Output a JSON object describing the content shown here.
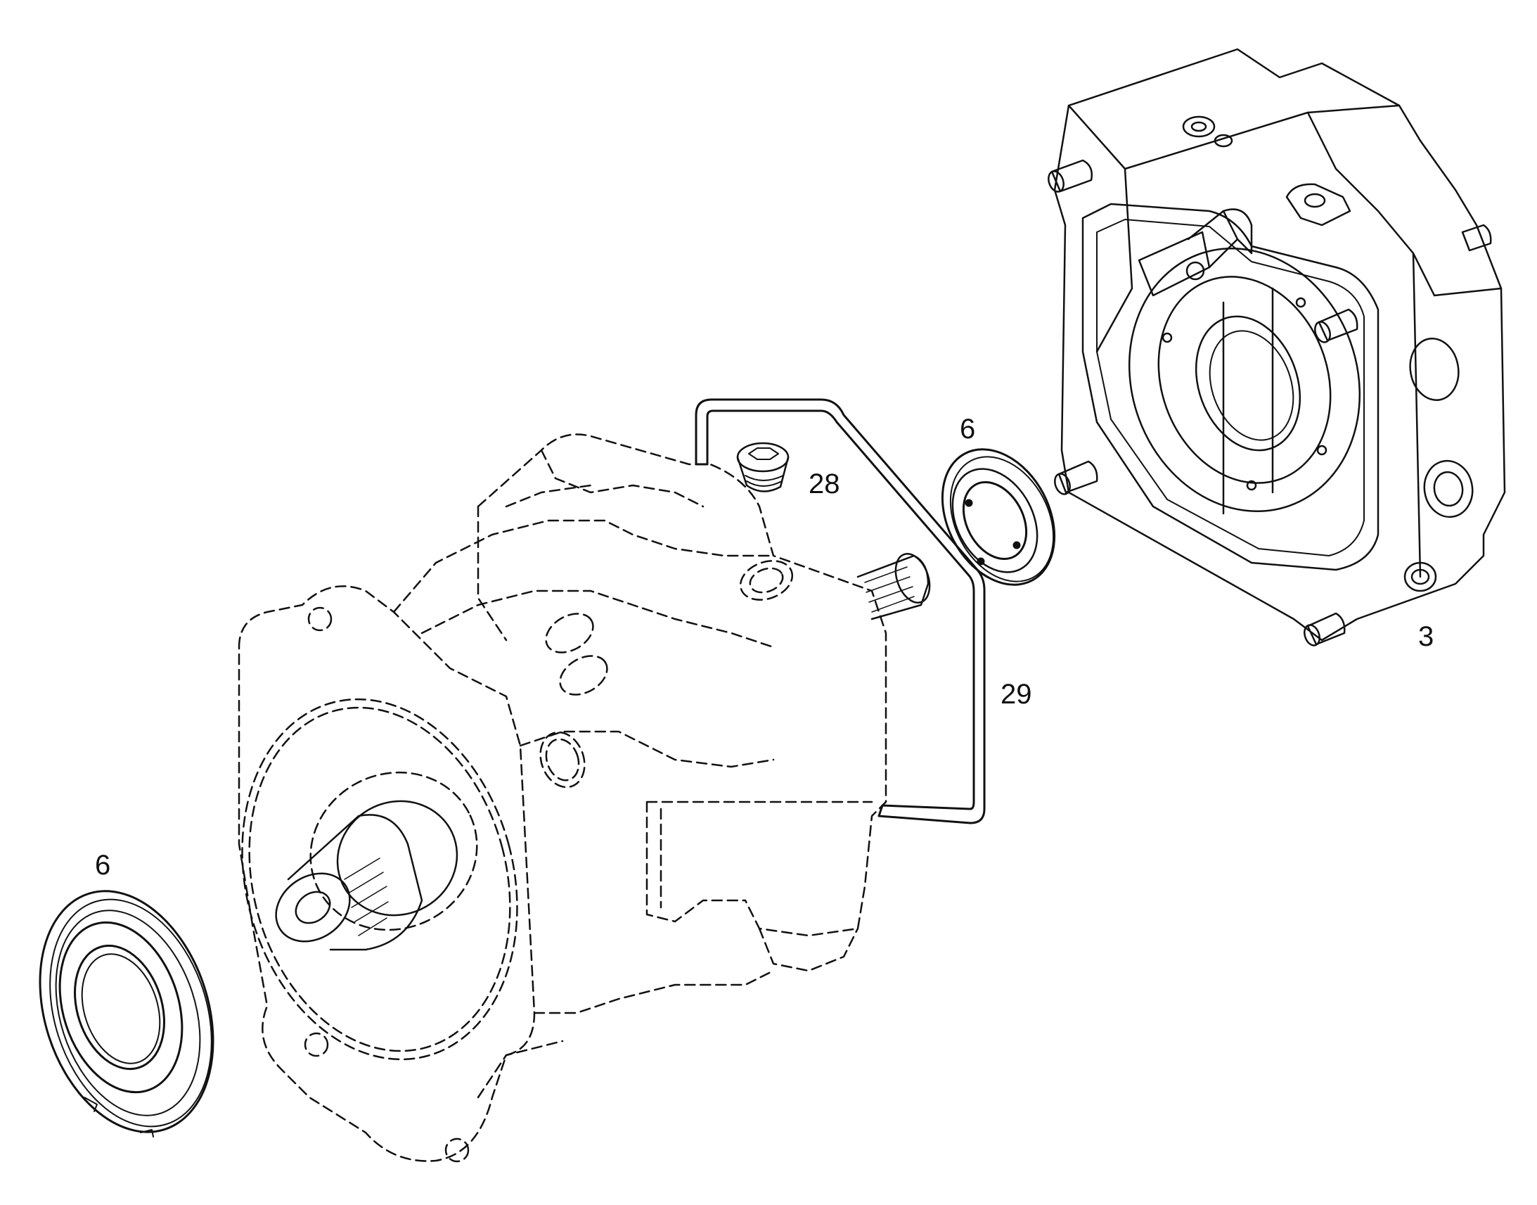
{
  "colors": {
    "background": "#ffffff",
    "line": "#111111"
  },
  "callouts": {
    "seal_left": "6",
    "plug": "28",
    "seal_right": "6",
    "oring": "29",
    "end_cover": "3"
  }
}
